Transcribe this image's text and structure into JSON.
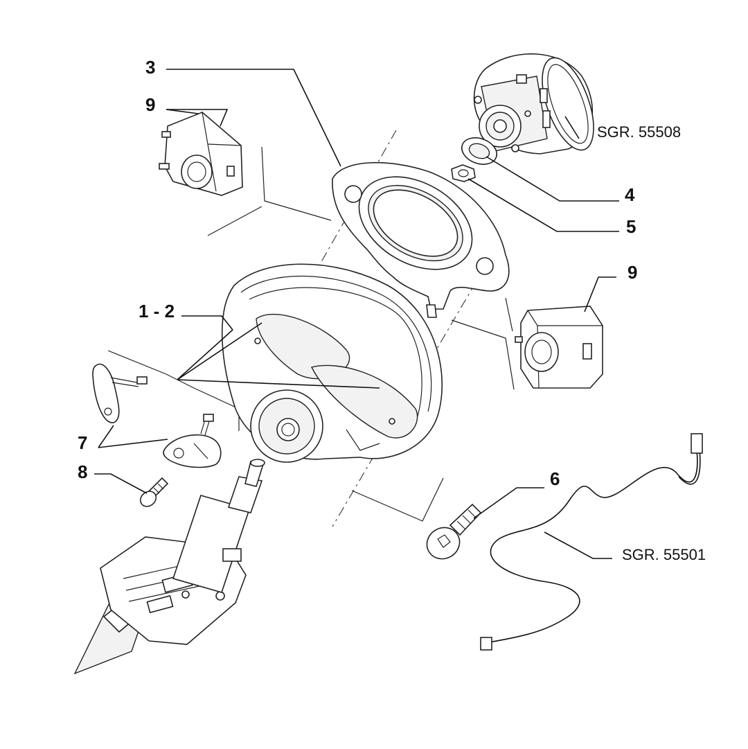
{
  "callouts": {
    "c3": "3",
    "c9a": "9",
    "c9b": "9",
    "c4": "4",
    "c5": "5",
    "c12": "1 - 2",
    "c7": "7",
    "c8": "8",
    "c6": "6"
  },
  "references": {
    "sgr_55508": "SGR. 55508",
    "sgr_55501": "SGR. 55501"
  },
  "colors": {
    "line": "#111111",
    "background": "#ffffff"
  }
}
